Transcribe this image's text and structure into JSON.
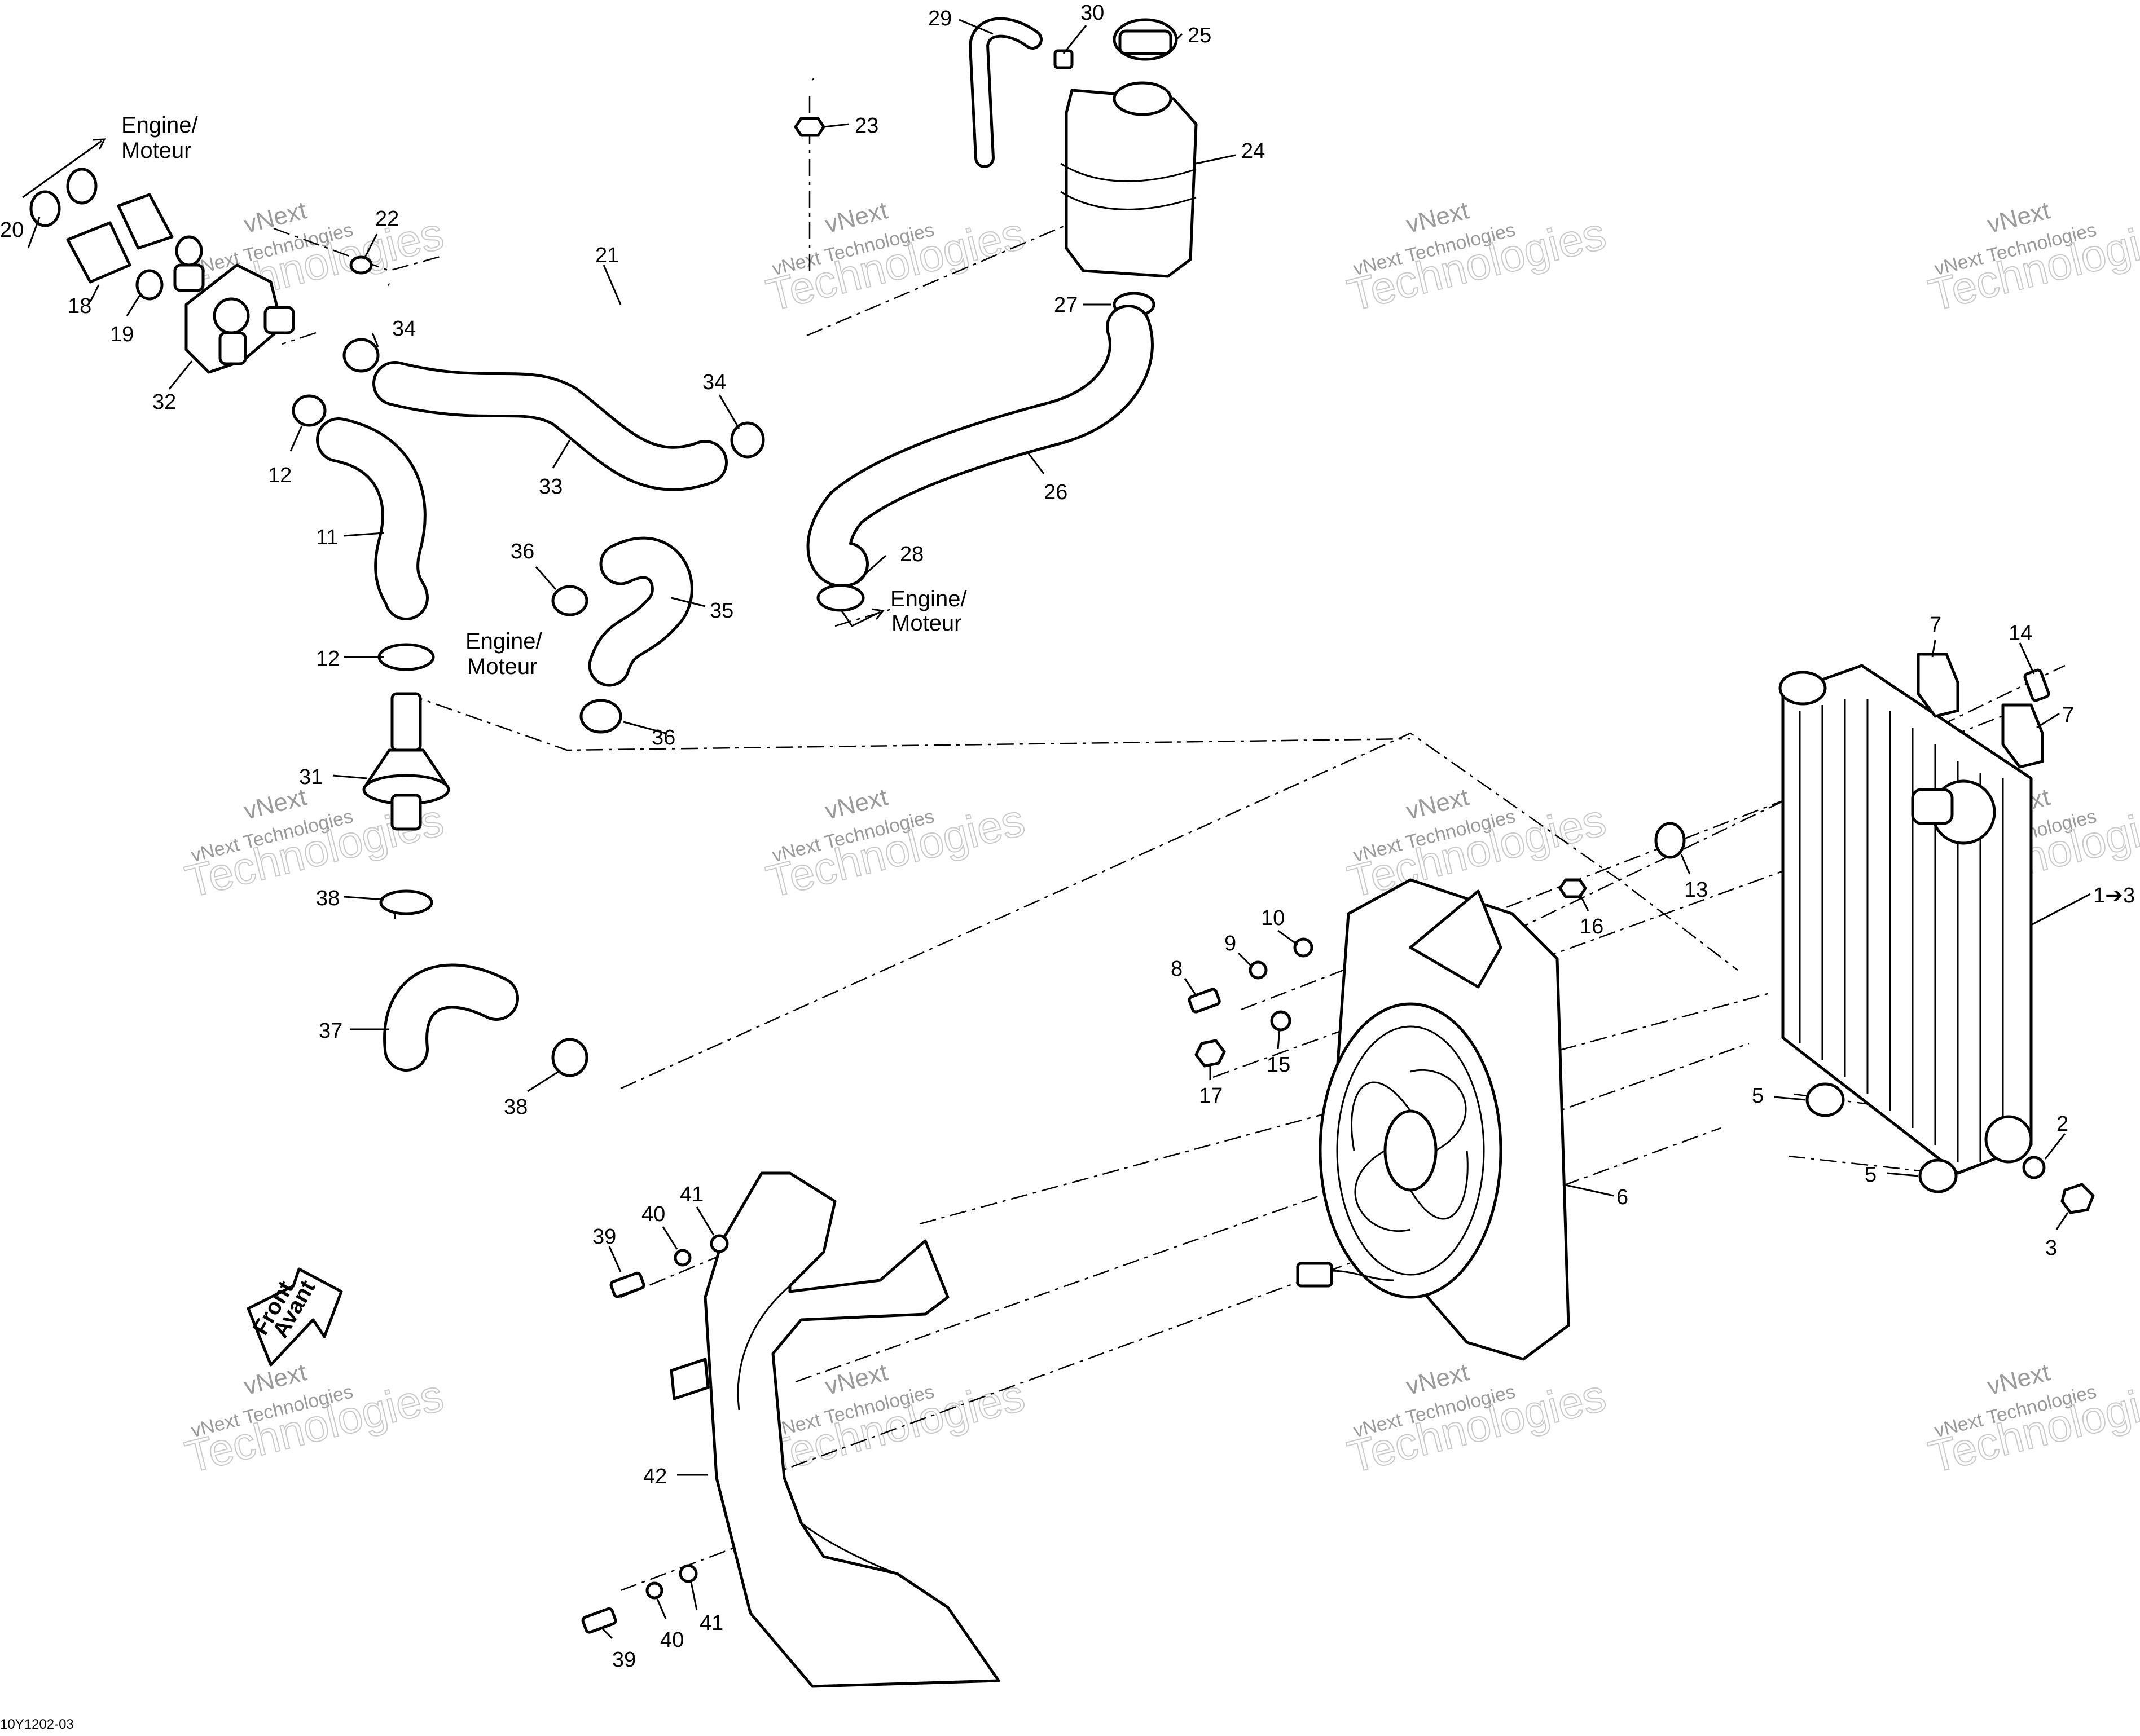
{
  "diagram": {
    "figure_code": "10Y1202-03",
    "watermark": {
      "line1": "vNext",
      "line2": "vNext Technologies",
      "line3": "Technologies"
    },
    "notes": {
      "engine_top": [
        "Engine/",
        "Moteur"
      ],
      "engine_mid": [
        "Engine/",
        "Moteur"
      ],
      "engine_right": [
        "Engine/",
        "Moteur"
      ],
      "front_arrow": [
        "Front",
        "Avant"
      ]
    },
    "callouts": [
      {
        "id": "c20",
        "label": "20"
      },
      {
        "id": "c18",
        "label": "18"
      },
      {
        "id": "c19",
        "label": "19"
      },
      {
        "id": "c32",
        "label": "32"
      },
      {
        "id": "c22",
        "label": "22"
      },
      {
        "id": "c21",
        "label": "21"
      },
      {
        "id": "c34a",
        "label": "34"
      },
      {
        "id": "c34b",
        "label": "34"
      },
      {
        "id": "c33",
        "label": "33"
      },
      {
        "id": "c12a",
        "label": "12"
      },
      {
        "id": "c11",
        "label": "11"
      },
      {
        "id": "c12b",
        "label": "12"
      },
      {
        "id": "c31",
        "label": "31"
      },
      {
        "id": "c38a",
        "label": "38"
      },
      {
        "id": "c37",
        "label": "37"
      },
      {
        "id": "c38b",
        "label": "38"
      },
      {
        "id": "c36a",
        "label": "36"
      },
      {
        "id": "c35",
        "label": "35"
      },
      {
        "id": "c36b",
        "label": "36"
      },
      {
        "id": "c29",
        "label": "29"
      },
      {
        "id": "c30",
        "label": "30"
      },
      {
        "id": "c25",
        "label": "25"
      },
      {
        "id": "c23",
        "label": "23"
      },
      {
        "id": "c24",
        "label": "24"
      },
      {
        "id": "c27",
        "label": "27"
      },
      {
        "id": "c26",
        "label": "26"
      },
      {
        "id": "c28",
        "label": "28"
      },
      {
        "id": "c7a",
        "label": "7"
      },
      {
        "id": "c14",
        "label": "14"
      },
      {
        "id": "c7b",
        "label": "7"
      },
      {
        "id": "c13",
        "label": "13"
      },
      {
        "id": "c16",
        "label": "16"
      },
      {
        "id": "c1",
        "label": "1➔3"
      },
      {
        "id": "c10",
        "label": "10"
      },
      {
        "id": "c9",
        "label": "9"
      },
      {
        "id": "c8",
        "label": "8"
      },
      {
        "id": "c15",
        "label": "15"
      },
      {
        "id": "c17",
        "label": "17"
      },
      {
        "id": "c5a",
        "label": "5"
      },
      {
        "id": "c5b",
        "label": "5"
      },
      {
        "id": "c2",
        "label": "2"
      },
      {
        "id": "c3",
        "label": "3"
      },
      {
        "id": "c6",
        "label": "6"
      },
      {
        "id": "c39a",
        "label": "39"
      },
      {
        "id": "c40a",
        "label": "40"
      },
      {
        "id": "c41a",
        "label": "41"
      },
      {
        "id": "c42",
        "label": "42"
      },
      {
        "id": "c39b",
        "label": "39"
      },
      {
        "id": "c40b",
        "label": "40"
      },
      {
        "id": "c41b",
        "label": "41"
      }
    ]
  }
}
